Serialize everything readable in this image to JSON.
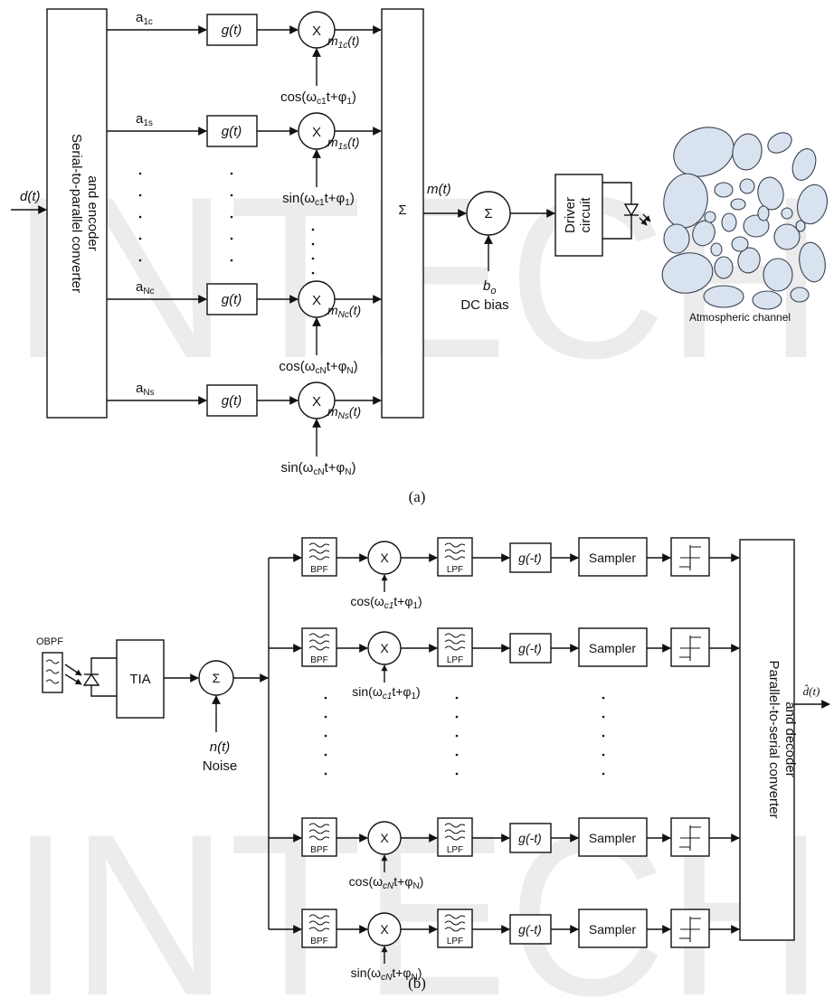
{
  "watermark": {
    "text": "INTECH",
    "color": "#ececec"
  },
  "panel_a": {
    "caption": "(a)",
    "encoder_label_line1": "Serial-to-parallel converter",
    "encoder_label_line2": "and encoder",
    "input_label": "d(t)",
    "pulse_shaper": "g(t)",
    "multiplier": "X",
    "sum_symbol": "Σ",
    "branches": [
      {
        "coef": "a",
        "coef_sub": "1c",
        "out": "m",
        "out_sub": "1c",
        "out_tail": "(t)",
        "carrier_fn": "cos(ω",
        "carrier_sub": "c1",
        "carrier_mid": "t+φ",
        "carrier_phase_sub": "1",
        "carrier_end": ")"
      },
      {
        "coef": "a",
        "coef_sub": "1s",
        "out": "m",
        "out_sub": "1s",
        "out_tail": "(t)",
        "carrier_fn": "sin(ω",
        "carrier_sub": "c1",
        "carrier_mid": "t+φ",
        "carrier_phase_sub": "1",
        "carrier_end": ")"
      },
      {
        "coef": "a",
        "coef_sub": "Nc",
        "out": "m",
        "out_sub": "Nc",
        "out_tail": "(t)",
        "carrier_fn": "cos(ω",
        "carrier_sub": "cN",
        "carrier_mid": "t+φ",
        "carrier_phase_sub": "N",
        "carrier_end": ")"
      },
      {
        "coef": "a",
        "coef_sub": "Ns",
        "out": "m",
        "out_sub": "Ns",
        "out_tail": "(t)",
        "carrier_fn": "sin(ω",
        "carrier_sub": "cN",
        "carrier_mid": "t+φ",
        "carrier_phase_sub": "N",
        "carrier_end": ")"
      }
    ],
    "sum_output": "m(t)",
    "bias_symbol": "b",
    "bias_sub": "o",
    "bias_label": "DC bias",
    "driver_line1": "Driver",
    "driver_line2": "circuit",
    "channel_label": "Atmospheric channel",
    "channel_fill": "#d9e2ef"
  },
  "panel_b": {
    "caption": "(b)",
    "obpf_label": "OBPF",
    "tia_label": "TIA",
    "sum_symbol": "Σ",
    "noise_symbol": "n(t)",
    "noise_label": "Noise",
    "bpf_label": "BPF",
    "lpf_label": "LPF",
    "multiplier": "X",
    "matched_filter": "g(-t)",
    "sampler_label": "Sampler",
    "decoder_label_line1": "Parallel-to-serial converter",
    "decoder_label_line2": "and decoder",
    "output_label": "d̂(t)",
    "carriers": [
      {
        "fn": "cos(ω",
        "sub": "c1",
        "mid": "t+φ",
        "phase_sub": "1",
        "end": ")"
      },
      {
        "fn": "sin(ω",
        "sub": "c1",
        "mid": "t+φ",
        "phase_sub": "1",
        "end": ")"
      },
      {
        "fn": "cos(ω",
        "sub": "cN",
        "mid": "t+φ",
        "phase_sub": "N",
        "end": ")"
      },
      {
        "fn": "sin(ω",
        "sub": "cN",
        "mid": "t+φ",
        "phase_sub": "N",
        "end": ")"
      }
    ]
  }
}
